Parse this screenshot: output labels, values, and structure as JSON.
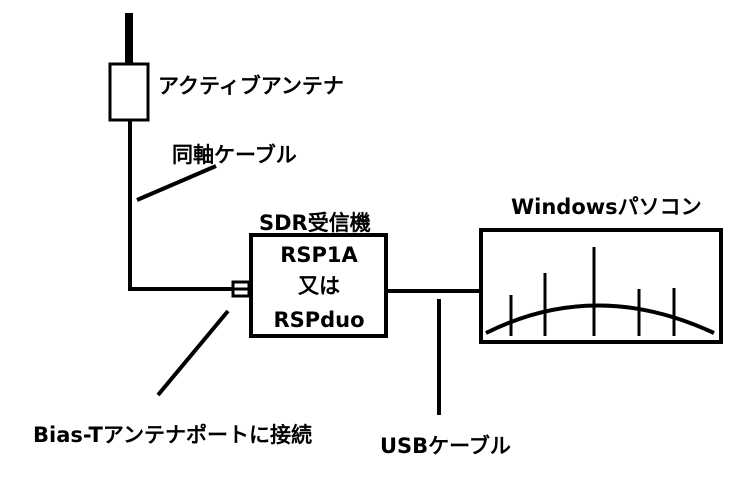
{
  "labels": {
    "antenna": "アクティブアンテナ",
    "coax": "同軸ケーブル",
    "receiver_title": "SDR受信機",
    "receiver_line1": "RSP1A",
    "receiver_line2": "又は",
    "receiver_line3": "RSPduo",
    "pc": "Windowsパソコン",
    "bias_t": "Bias-Tアンテナポートに接続",
    "usb": "USBケーブル"
  },
  "colors": {
    "stroke": "#000000",
    "background": "#ffffff"
  }
}
